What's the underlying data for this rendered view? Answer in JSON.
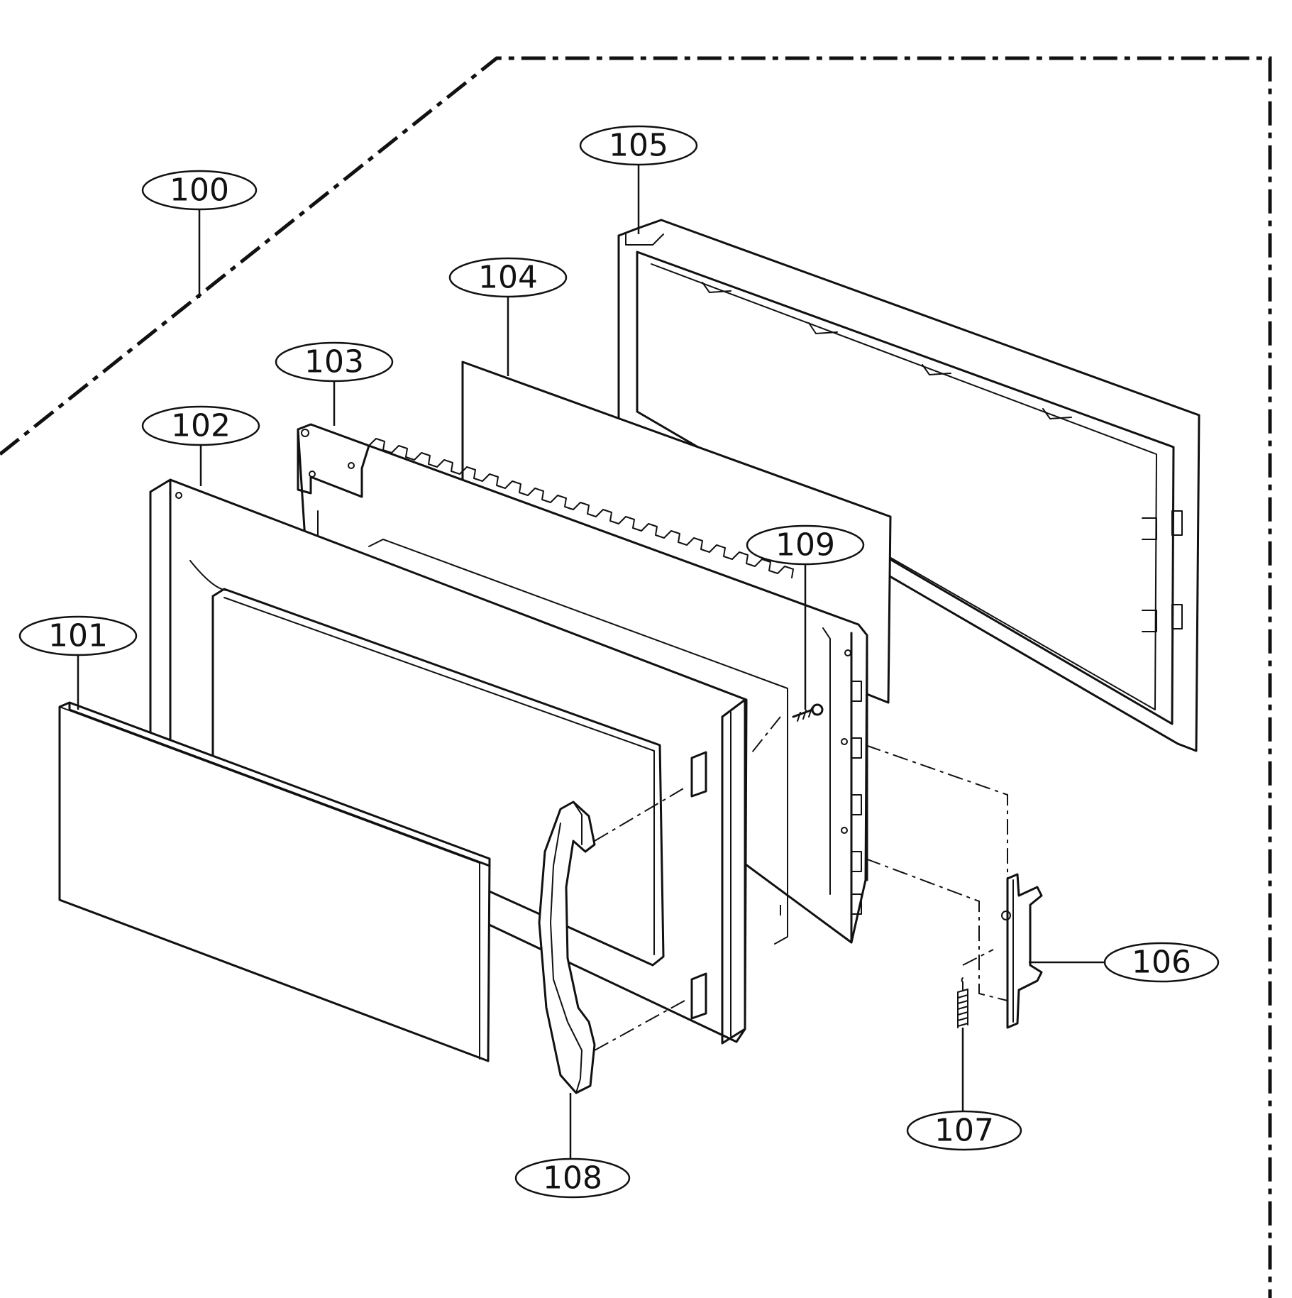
{
  "diagram": {
    "callouts": [
      {
        "id": "100",
        "label": "100"
      },
      {
        "id": "101",
        "label": "101"
      },
      {
        "id": "102",
        "label": "102"
      },
      {
        "id": "103",
        "label": "103"
      },
      {
        "id": "104",
        "label": "104"
      },
      {
        "id": "105",
        "label": "105"
      },
      {
        "id": "106",
        "label": "106"
      },
      {
        "id": "107",
        "label": "107"
      },
      {
        "id": "108",
        "label": "108"
      },
      {
        "id": "109",
        "label": "109"
      }
    ]
  }
}
